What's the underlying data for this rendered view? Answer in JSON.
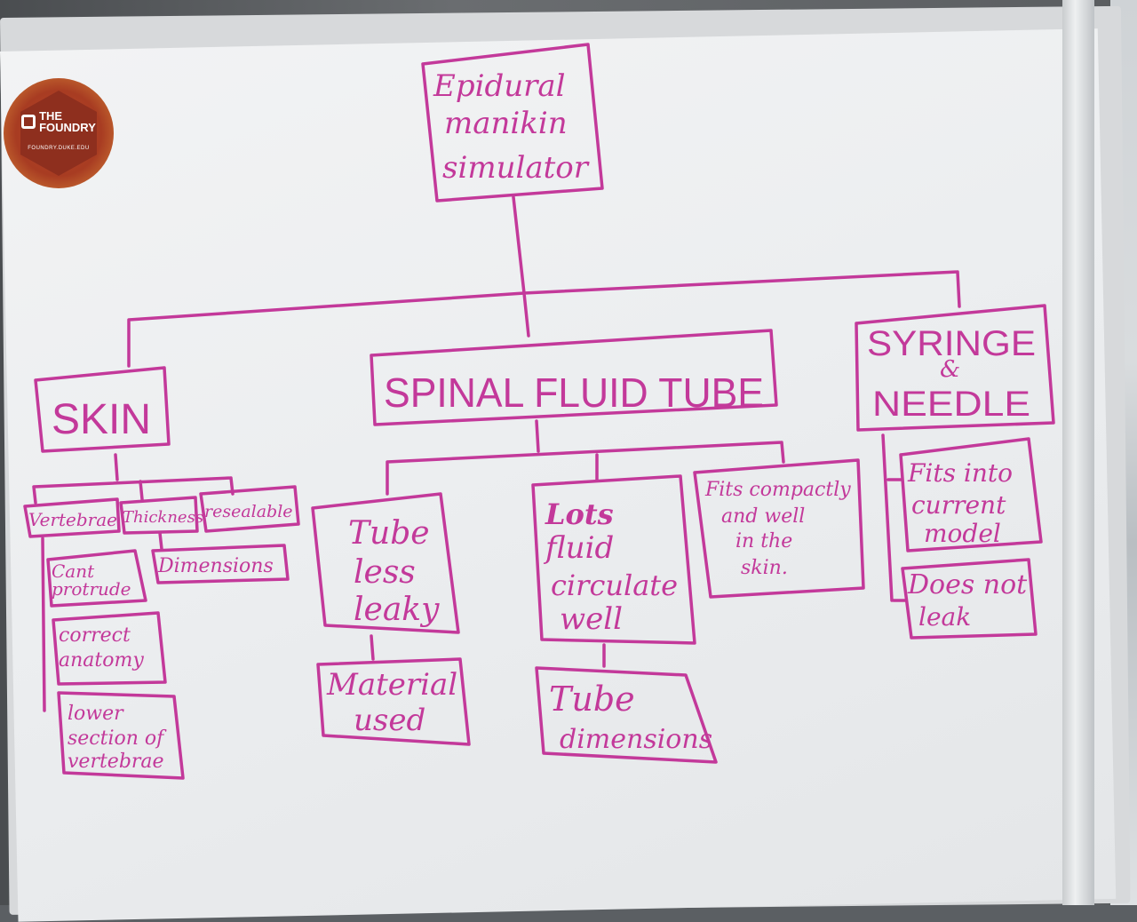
{
  "sticker": {
    "logo_line1": "THE",
    "logo_line2": "FOUNDRY",
    "url": "FOUNDRY.DUKE.EDU"
  },
  "ink_color": "#c3399a",
  "diagram": {
    "root": [
      "Epidural",
      "manikin",
      "simulator"
    ],
    "skin": {
      "title": "SKIN",
      "vertebrae": "Vertebrae",
      "thickness": "Thickness",
      "resealable": "resealable",
      "dimensions": "Dimensions",
      "cant_protrude": [
        "Cant",
        "protrude"
      ],
      "correct_anatomy": [
        "correct",
        "anatomy"
      ],
      "lower_section": [
        "lower",
        "section of",
        "vertebrae"
      ]
    },
    "spinal": {
      "title": "SPINAL FLUID TUBE",
      "tube_less_leaky": [
        "Tube",
        "less",
        "leaky"
      ],
      "material_used": [
        "Material",
        "used"
      ],
      "lots_fluid": [
        "Lots",
        "fluid",
        "circulate",
        "well"
      ],
      "tube_dimensions": [
        "Tube",
        "dimensions"
      ],
      "fits_compactly": [
        "Fits compactly",
        "and well",
        "in the",
        "skin."
      ]
    },
    "syringe": {
      "title_line1": "SYRINGE",
      "ampersand": "&",
      "title_line2": "NEEDLE",
      "fits_into": [
        "Fits into",
        "current",
        "model"
      ],
      "does_not_leak": [
        "Does not",
        "leak"
      ]
    }
  }
}
